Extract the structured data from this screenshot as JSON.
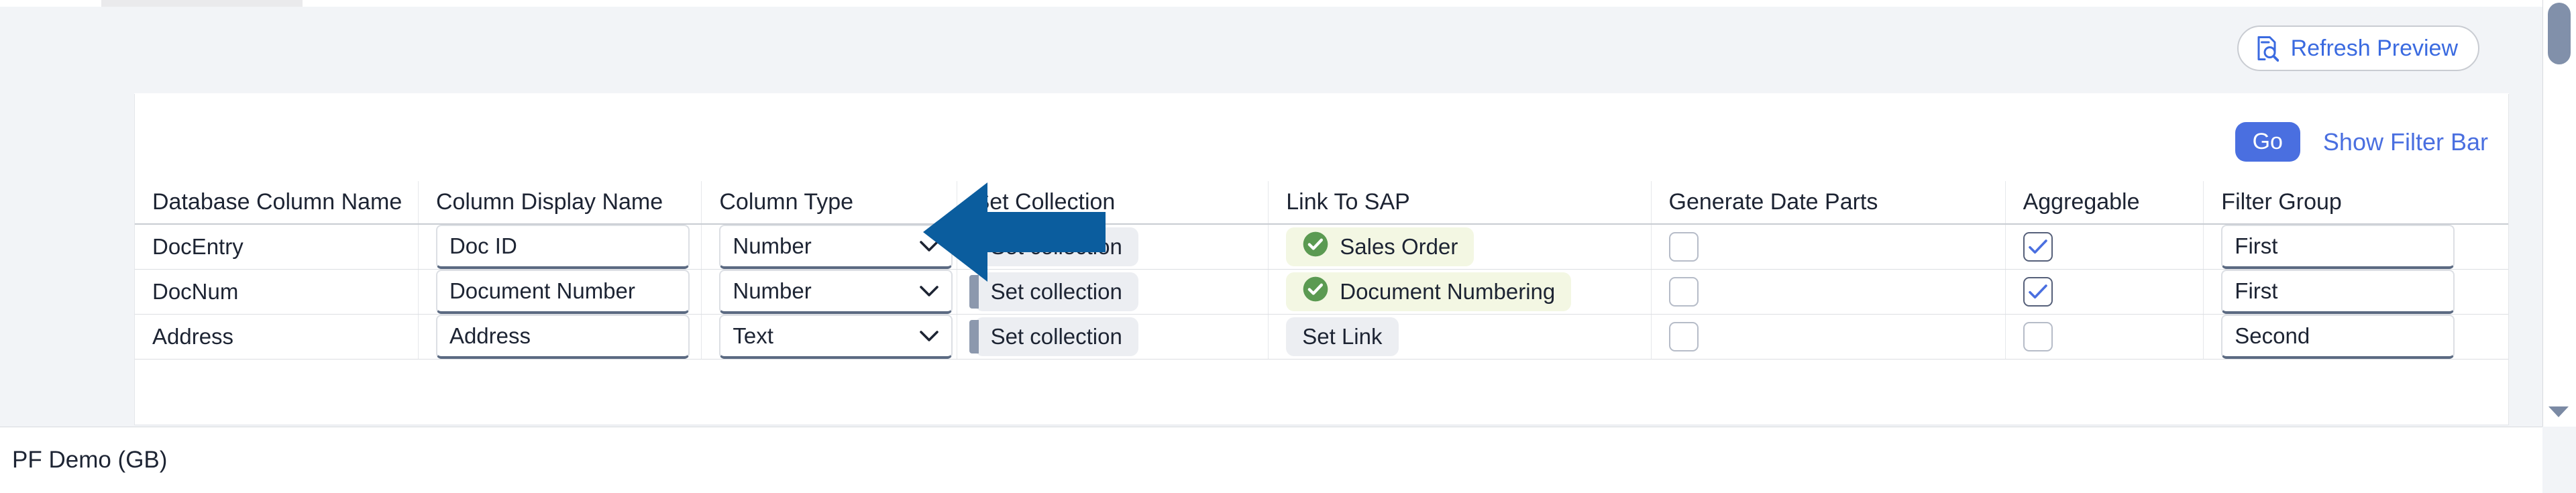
{
  "toolbar": {
    "refresh_label": "Refresh Preview",
    "refresh_icon": "document-search-icon"
  },
  "filter": {
    "go_label": "Go",
    "show_filter_bar_label": "Show Filter Bar"
  },
  "table": {
    "headers": [
      "Database Column Name",
      "Column Display Name",
      "Column Type",
      "Set Collection",
      "Link To SAP",
      "Generate Date Parts",
      "Aggregable",
      "Filter Group"
    ],
    "rows": [
      {
        "db_column_name": "DocEntry",
        "column_display_name": "Doc ID",
        "column_type": "Number",
        "set_collection": "Set collection",
        "link_to_sap": "Sales Order",
        "link_to_sap_state": "linked",
        "generate_date_parts": false,
        "aggregable": true,
        "filter_group": "First"
      },
      {
        "db_column_name": "DocNum",
        "column_display_name": "Document Number",
        "column_type": "Number",
        "set_collection": "Set collection",
        "link_to_sap": "Document Numbering",
        "link_to_sap_state": "linked",
        "generate_date_parts": false,
        "aggregable": true,
        "filter_group": "First"
      },
      {
        "db_column_name": "Address",
        "column_display_name": "Address",
        "column_type": "Text",
        "set_collection": "Set collection",
        "link_to_sap": "Set Link",
        "link_to_sap_state": "unset",
        "generate_date_parts": false,
        "aggregable": false,
        "filter_group": "Second"
      }
    ]
  },
  "annotation": {
    "arrow_direction": "left",
    "arrow_color": "#0b5d9e",
    "points_at": "Column Type"
  },
  "statusbar": {
    "text": "PF Demo (GB)"
  },
  "colors": {
    "accent_blue": "#4a6fe0",
    "link_blue": "#3a6ae0",
    "arrow_blue": "#0b5d9e",
    "success_green": "#5b9a52",
    "success_bg": "#f3f7e3",
    "pill_bg": "#eceef2",
    "page_bg": "#f2f4f7"
  },
  "scrollbar": {
    "orientation": "vertical",
    "down_arrow_icon": "chevron-down-icon"
  }
}
